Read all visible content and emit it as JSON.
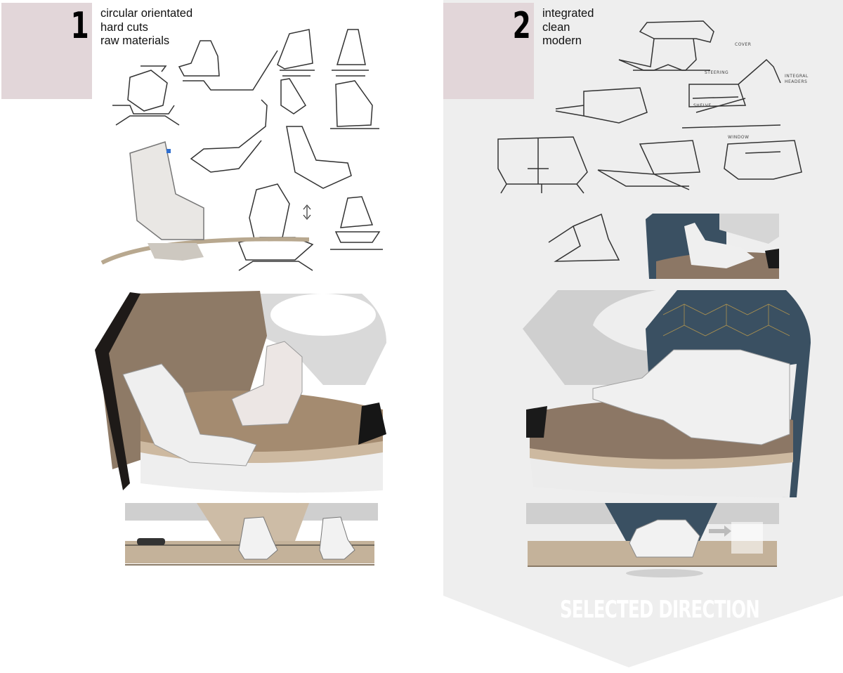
{
  "panels": [
    {
      "number": "1",
      "keywords": [
        "circular orientated",
        "hard cuts",
        "raw materials"
      ],
      "colors": {
        "number_box": "#e2d6d9",
        "background": "#ffffff",
        "wood": "#c9b59c",
        "seat": "#ececec"
      }
    },
    {
      "number": "2",
      "keywords": [
        "integrated",
        "clean",
        "modern"
      ],
      "sketch_notes": [
        "COVER",
        "STEERING",
        "SHELVE",
        "INTEGRAL HEADERS",
        "WINDOW"
      ],
      "banner": "SELECTED DIRECTION",
      "colors": {
        "number_box": "#e2d6d9",
        "background": "#eeeeee",
        "accent_panel": "#3a5062",
        "pattern": "#c9a24a",
        "wood": "#c9b59c"
      }
    }
  ]
}
